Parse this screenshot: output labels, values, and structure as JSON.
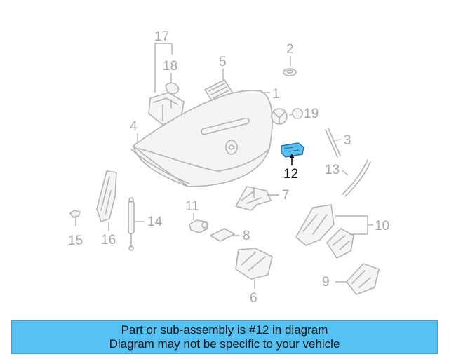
{
  "diagram": {
    "highlight_color": "#56c2f3",
    "callouts": {
      "c1": "1",
      "c2": "2",
      "c3": "3",
      "c4": "4",
      "c5": "5",
      "c6": "6",
      "c7": "7",
      "c8": "8",
      "c9": "9",
      "c10": "10",
      "c11": "11",
      "c12": "12",
      "c13": "13",
      "c14": "14",
      "c15": "15",
      "c16": "16",
      "c17": "17",
      "c18": "18",
      "c19": "19"
    }
  },
  "banner": {
    "line1": "Part or sub-assembly is #12 in diagram",
    "line2": "Diagram may not be specific to your vehicle",
    "color": "#56c2f3"
  }
}
